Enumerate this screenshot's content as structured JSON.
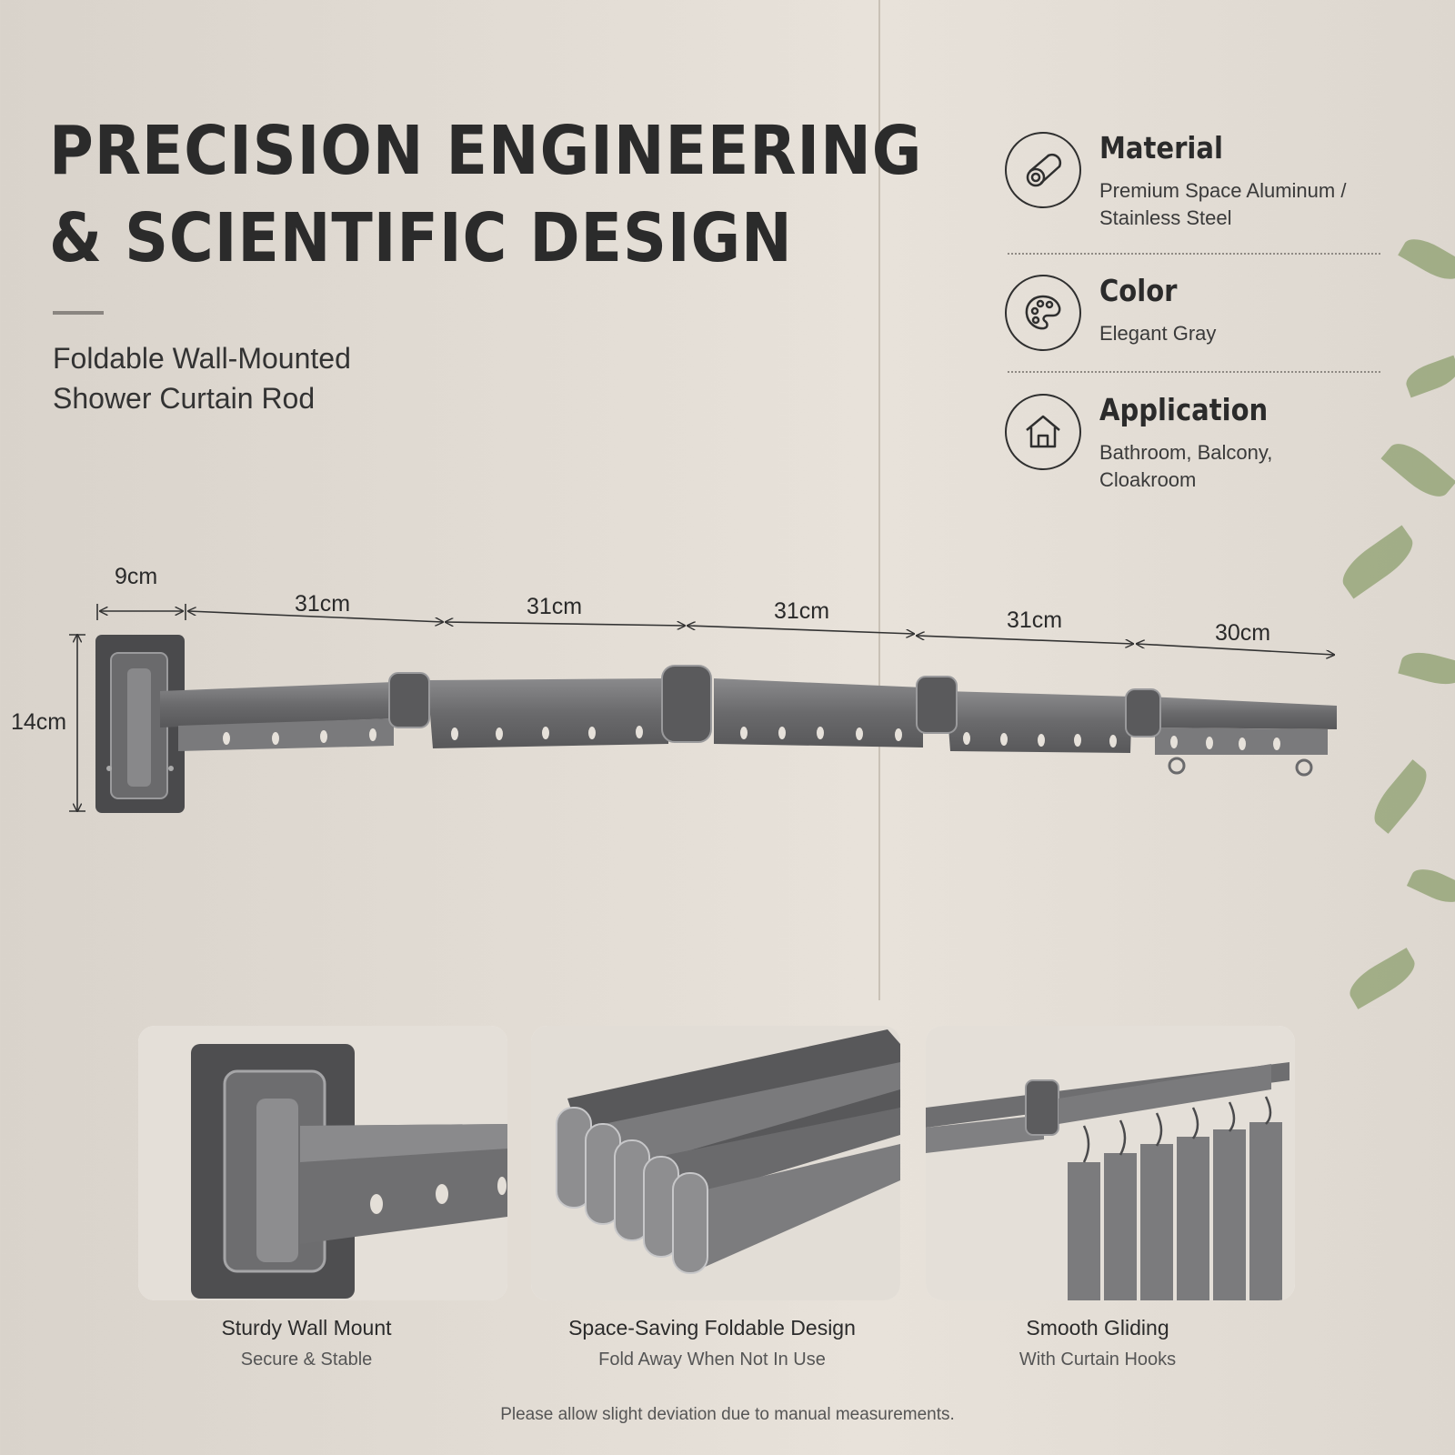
{
  "headline": {
    "line1": "PRECISION ENGINEERING",
    "line2": "& SCIENTIFIC DESIGN"
  },
  "subtitle": {
    "line1": "Foldable Wall-Mounted",
    "line2": "Shower Curtain Rod"
  },
  "specs": [
    {
      "label": "Material",
      "value_line1": "Premium Space Aluminum /",
      "value_line2": "Stainless Steel",
      "icon": "aluminum-tube-icon"
    },
    {
      "label": "Color",
      "value_line1": "Elegant Gray",
      "value_line2": "",
      "icon": "palette-icon"
    },
    {
      "label": "Application",
      "value_line1": "Bathroom, Balcony,",
      "value_line2": "Cloakroom",
      "icon": "house-icon"
    }
  ],
  "dimensions": {
    "mount_width": "9cm",
    "mount_height": "14cm",
    "segments": [
      "31cm",
      "31cm",
      "31cm",
      "31cm",
      "30cm"
    ]
  },
  "details": [
    {
      "title": "Sturdy Wall Mount",
      "subtitle": "Secure & Stable"
    },
    {
      "title": "Space-Saving Foldable Design",
      "subtitle": "Fold Away When Not In Use"
    },
    {
      "title": "Smooth Gliding",
      "subtitle": "With Curtain Hooks"
    }
  ],
  "footnote": "Please allow slight deviation due to manual measurements.",
  "colors": {
    "background": "#e3ddd5",
    "rod_gray": "#6e6e70",
    "text": "#2b2b2b",
    "plant_green": "#6f8a4a"
  }
}
